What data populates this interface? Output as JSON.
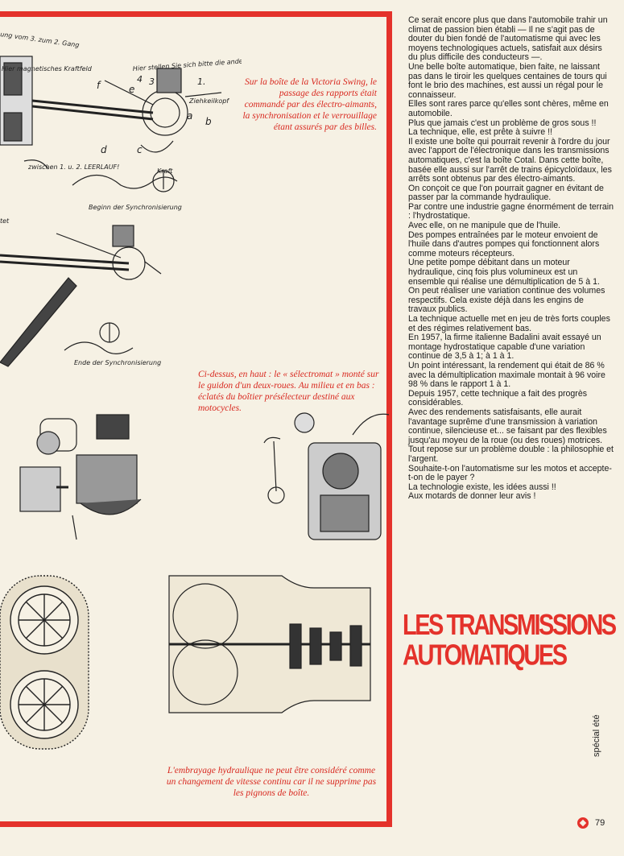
{
  "captions": {
    "top": "Sur la boîte de la Victoria Swing, le passage des rapports était commandé par des électro-aimants, la synchronisation et le verrouillage étant assurés par des billes.",
    "middle": "Ci-dessus, en haut : le « sélectromat » monté sur le guidon d'un deux-roues. Au milieu et en bas : éclatés du boîtier présélecteur destiné aux motocycles.",
    "bottom": "L'embrayage hydraulique ne peut être considéré comme un changement de vitesse continu car il ne supprime pas les pignons de boîte."
  },
  "diagram_labels": {
    "gear_title": "ung vom 3. zum 2. Gang",
    "magnet_field": "Hier magnetisches Kraftfeld",
    "instruction": "Hier stellen Sie sich bitte die anderen Räder vor",
    "ziehkeil": "Ziehkeilkopf",
    "leerlauf": "zwischen 1. u. 2. LEERLAUF!",
    "kraft": "Kraft",
    "beginn": "Beginn der Synchronisierung",
    "ende": "Ende der Synchronisierung",
    "fragment": "tet",
    "letters": [
      "f",
      "e",
      "d",
      "c",
      "b",
      "a",
      "1.",
      "3",
      "4"
    ]
  },
  "article": {
    "paragraphs": [
      "Ce serait encore plus que dans l'automobile trahir un climat de passion bien établi — Il ne s'agit pas de douter du bien fondé de l'automatisme qui avec les moyens technologiques actuels, satisfait aux désirs du plus difficile des conducteurs —.",
      "Une belle boîte automatique, bien faite, ne laissant pas dans le tiroir les quelques centaines de tours qui font le brio des machines, est aussi un régal pour le connaisseur.",
      "Elles sont rares parce qu'elles sont chères, même en automobile.",
      "Plus que jamais c'est un problème de gros sous !!",
      "La technique, elle, est prête à suivre !!",
      "Il existe une boîte qui pourrait revenir à l'ordre du jour avec l'apport de l'électronique dans les transmissions automatiques, c'est la boîte Cotal. Dans cette boîte, basée elle aussi sur l'arrêt de trains épicycloïdaux, les arrêts sont obtenus par des électro-aimants.",
      "On conçoit ce que l'on pourrait gagner en évitant de passer par la commande hydraulique.",
      "Par contre une industrie gagne énormément de terrain : l'hydrostatique.",
      "Avec elle, on ne manipule que de l'huile.",
      "Des pompes entraînées par le moteur envoient de l'huile dans d'autres pompes qui fonctionnent alors comme moteurs récepteurs.",
      "Une petite pompe débitant dans un moteur hydraulique, cinq fois plus volumineux est un ensemble qui réalise une démultiplication de 5 à 1.",
      "On peut réaliser une variation continue des volumes respectifs. Cela existe déjà dans les engins de travaux publics.",
      "La technique actuelle met en jeu de très forts couples et des régimes relativement bas.",
      "En 1957, la firme italienne Badalini avait essayé un montage hydrostatique capable d'une variation continue de 3,5 à 1; à 1 à 1.",
      "Un point intéressant, la rendement qui était de 86 % avec la démultiplication maximale montait à 96 voire 98 % dans le rapport 1 à 1.",
      "Depuis 1957, cette technique a fait des progrès considérables.",
      "Avec des rendements satisfaisants, elle aurait l'avantage suprême d'une transmission à variation continue, silencieuse et... se faisant par des flexibles jusqu'au moyeu de la roue (ou des roues) motrices.",
      "Tout repose sur un problème double : la philosophie et l'argent.",
      "Souhaite-t-on l'automatisme sur les motos et accepte-t-on de le payer ?",
      "La technologie existe, les idées aussi !!",
      "Aux motards de donner leur avis !"
    ]
  },
  "headline": {
    "line1": "LES TRANSMISSIONS",
    "line2": "AUTOMATIQUES"
  },
  "sidebar": {
    "label": "spécial été"
  },
  "footer": {
    "page_number": "79"
  },
  "colors": {
    "accent": "#e4322b",
    "paper": "#f6f1e4",
    "ink": "#1a1a1a"
  }
}
